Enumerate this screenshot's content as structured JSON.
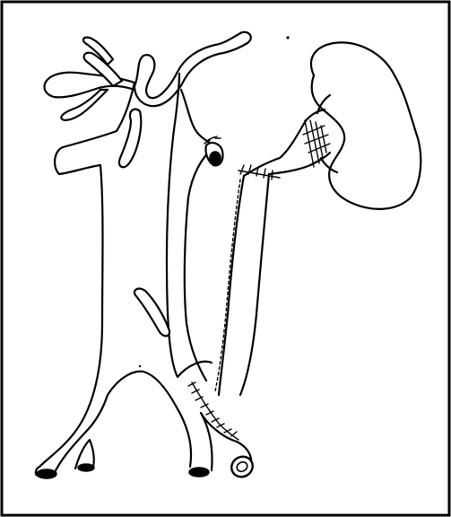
{
  "figure": {
    "labels": [],
    "colors": {
      "line": "#000000",
      "background": "#ffffff",
      "frame": "#000000"
    },
    "parts": [
      "frame",
      "aorta",
      "celiac-branches",
      "hepatic-artery",
      "renal-vessel-stump",
      "anastomosis-suture-upper",
      "anastomosis-suture-lower",
      "bypass-graft",
      "kidney",
      "renal-hilum",
      "iliac-bifurcation",
      "vessel-lumens"
    ]
  }
}
